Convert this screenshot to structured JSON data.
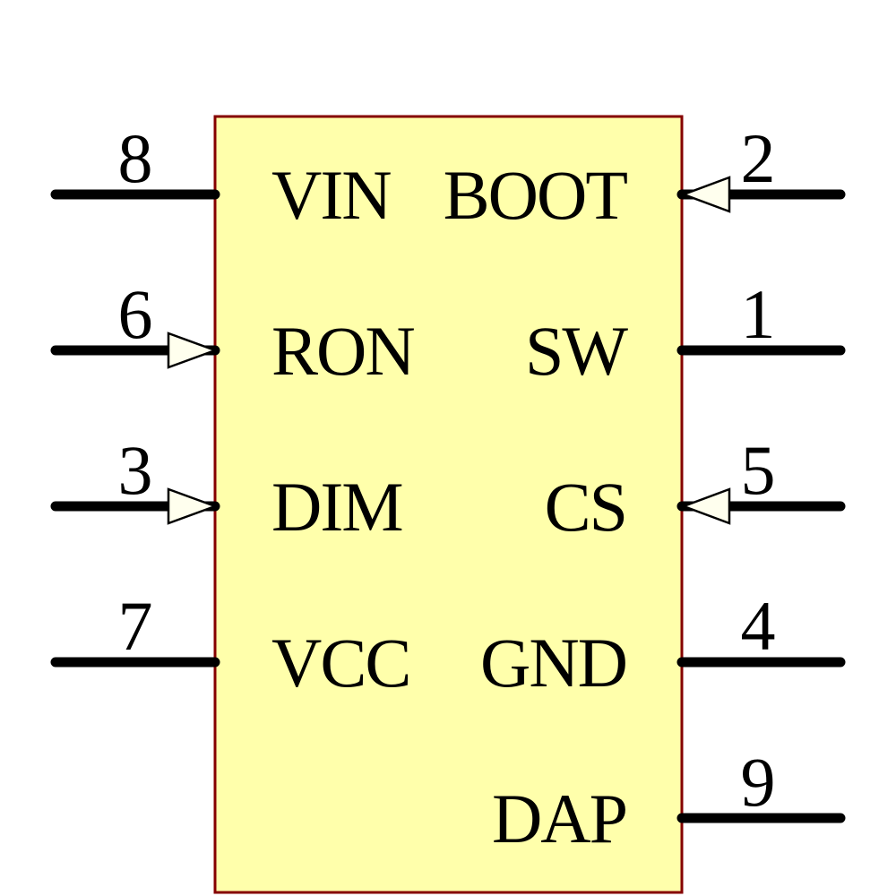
{
  "component": {
    "kind": "ic-schematic-symbol",
    "body_fill": "#FFFFAB",
    "body_border": "#850000",
    "arrow_fill": "#FFFFEE",
    "wire_color": "#000000",
    "left_pins": [
      {
        "number": "8",
        "label": "VIN",
        "direction": "plain"
      },
      {
        "number": "6",
        "label": "RON",
        "direction": "input"
      },
      {
        "number": "3",
        "label": "DIM",
        "direction": "input"
      },
      {
        "number": "7",
        "label": "VCC",
        "direction": "plain"
      }
    ],
    "right_pins": [
      {
        "number": "2",
        "label": "BOOT",
        "direction": "input"
      },
      {
        "number": "1",
        "label": "SW",
        "direction": "plain"
      },
      {
        "number": "5",
        "label": "CS",
        "direction": "input"
      },
      {
        "number": "4",
        "label": "GND",
        "direction": "plain"
      },
      {
        "number": "9",
        "label": "DAP",
        "direction": "plain"
      }
    ]
  }
}
